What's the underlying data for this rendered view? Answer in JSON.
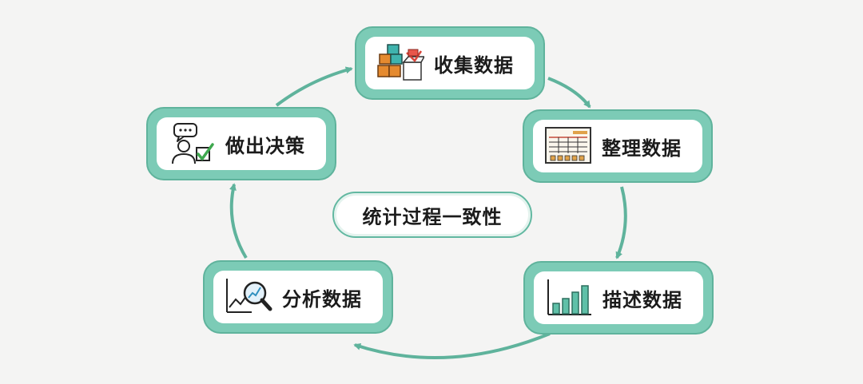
{
  "diagram": {
    "center_label": "统计过程一致性",
    "accent_color": "#5fb39c",
    "arrow_color": "#5fb39c",
    "steps": [
      {
        "label": "收集数据",
        "icon": "boxes-icon"
      },
      {
        "label": "整理数据",
        "icon": "spreadsheet-icon"
      },
      {
        "label": "描述数据",
        "icon": "bar-chart-icon"
      },
      {
        "label": "分析数据",
        "icon": "magnifier-chart-icon"
      },
      {
        "label": "做出决策",
        "icon": "person-decision-icon"
      }
    ]
  }
}
